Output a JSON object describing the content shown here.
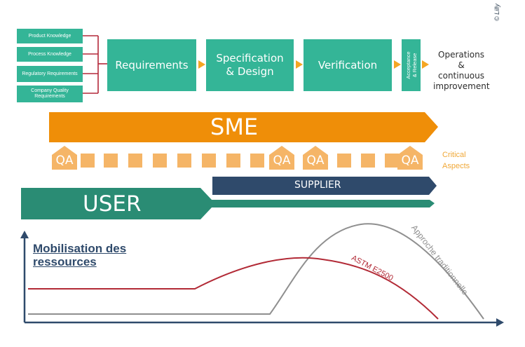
{
  "inputs": [
    "Product Knowledge",
    "Process Knowledge",
    "Regulatory Requirements",
    "Company Quality Requirements"
  ],
  "stages": {
    "requirements": "Requirements",
    "spec_line1": "Specification",
    "spec_line2": "& Design",
    "verification": "Verification",
    "acceptance_line1": "Acceptance",
    "acceptance_line2": "& Release"
  },
  "operations": [
    "Operations",
    "&",
    "continuous",
    "improvement"
  ],
  "copyright": "© Lilly",
  "bars": {
    "sme": "SME",
    "supplier": "SUPPLIER",
    "user": "USER"
  },
  "qa_label": "QA",
  "critical": [
    "Critical",
    "Aspects"
  ],
  "chart": {
    "title_line1": "Mobilisation des",
    "title_line2": "ressources",
    "series": [
      {
        "name": "ASTM E2500",
        "color": "#b22a36"
      },
      {
        "name": "Approche traditionnelle",
        "color": "#8f8f8f"
      }
    ]
  },
  "colors": {
    "teal": "#34b597",
    "dark_teal": "#2a8c74",
    "orange": "#ef8e08",
    "light_orange": "#f5b567",
    "navy": "#2f4a6b",
    "arrow_orange": "#f5a623"
  }
}
